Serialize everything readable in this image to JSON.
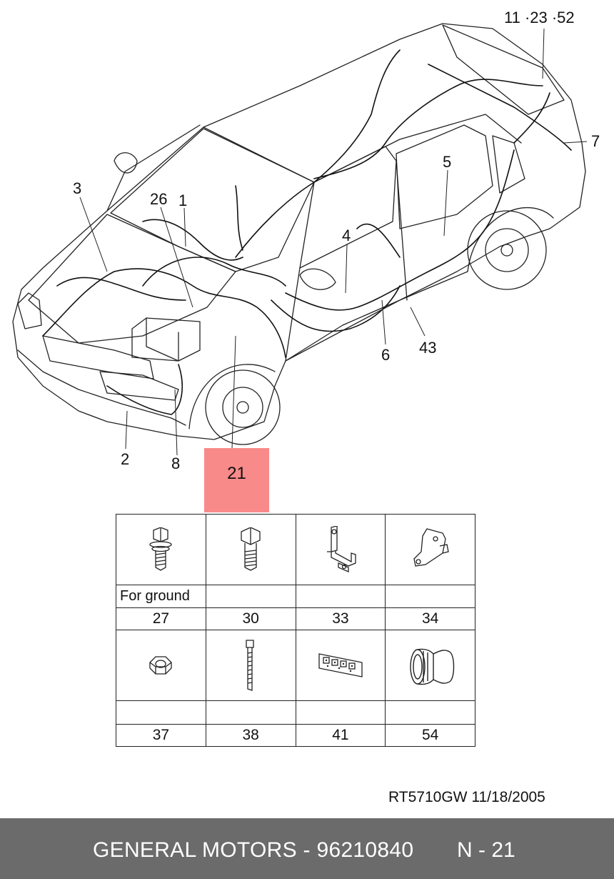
{
  "diagram": {
    "callouts": {
      "c11_23_52": "11 ·23 ·52",
      "c7": "7",
      "c5": "5",
      "c3": "3",
      "c26": "26",
      "c1": "1",
      "c4": "4",
      "c6": "6",
      "c43": "43",
      "c2": "2",
      "c8": "8",
      "c21": "21"
    },
    "highlight_color": "#f88a8a"
  },
  "parts_table": {
    "row1": [
      {
        "icon": "flange-bolt-icon",
        "note": "For ground",
        "number": "27"
      },
      {
        "icon": "hex-bolt-icon",
        "note": "",
        "number": "30"
      },
      {
        "icon": "bracket-icon",
        "note": "",
        "number": "33"
      },
      {
        "icon": "plate-bracket-icon",
        "note": "",
        "number": "34"
      }
    ],
    "row2": [
      {
        "icon": "hex-nut-icon",
        "note": "",
        "number": "37"
      },
      {
        "icon": "cable-tie-icon",
        "note": "",
        "number": "38"
      },
      {
        "icon": "connector-block-icon",
        "note": "",
        "number": "41"
      },
      {
        "icon": "grommet-icon",
        "note": "",
        "number": "54"
      }
    ]
  },
  "doc_ref": "RT5710GW  11/18/2005",
  "footer": {
    "left": "GENERAL MOTORS - 96210840",
    "right": "N - 21",
    "background": "#6b6b6b"
  }
}
